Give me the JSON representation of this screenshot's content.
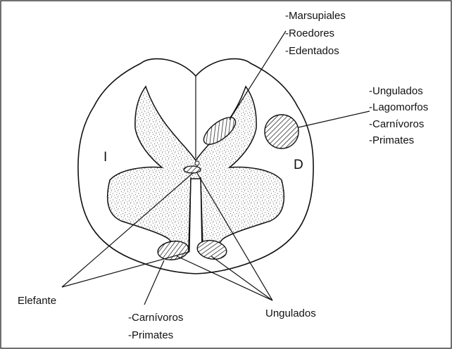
{
  "diagram": {
    "side_labels": {
      "left": "I",
      "right": "D"
    },
    "groups": {
      "dorsal": [
        "-Marsupiales",
        "-Roedores",
        "-Edentados"
      ],
      "lateral": [
        "-Ungulados",
        "-Lagomorfos",
        "-Carnívoros",
        "-Primates"
      ],
      "ventral": [
        "-Carnívoros",
        "-Primates"
      ]
    },
    "single_labels": {
      "elephant": "Elefante",
      "ungulates": "Ungulados"
    },
    "colors": {
      "ink": "#111111",
      "background": "#ffffff",
      "stipple": "#2a2a2a"
    }
  }
}
